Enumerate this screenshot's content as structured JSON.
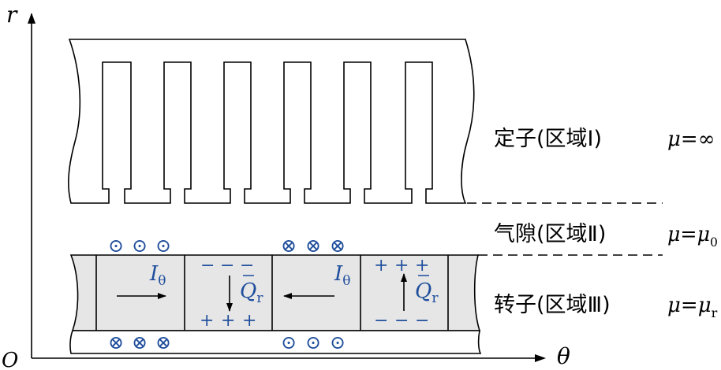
{
  "axes": {
    "r_label": "r",
    "theta_label": "θ",
    "origin_label": "O"
  },
  "regions": [
    {
      "id": "stator",
      "name": "定子(区域Ⅰ)",
      "mu_symbol": "μ",
      "eq": "=",
      "value": "∞",
      "value_sub": ""
    },
    {
      "id": "airgap",
      "name": "气隙(区域Ⅱ)",
      "mu_symbol": "μ",
      "eq": "=",
      "value": "μ",
      "value_sub": "0"
    },
    {
      "id": "rotor",
      "name": "转子(区域Ⅲ)",
      "mu_symbol": "μ",
      "eq": "=",
      "value": "μ",
      "value_sub": "r"
    }
  ],
  "current": {
    "symbol": "I",
    "sub": "θ"
  },
  "charge": {
    "symbol": "Q",
    "sub": "r"
  },
  "signs": {
    "plus": "+",
    "minus": "−"
  },
  "markers": {
    "dot_out": "⊙",
    "cross_in": "⊗"
  },
  "colors": {
    "annotation": "#1f4e9c",
    "rotor_fill": "#e6e6e6",
    "line": "#000000"
  }
}
